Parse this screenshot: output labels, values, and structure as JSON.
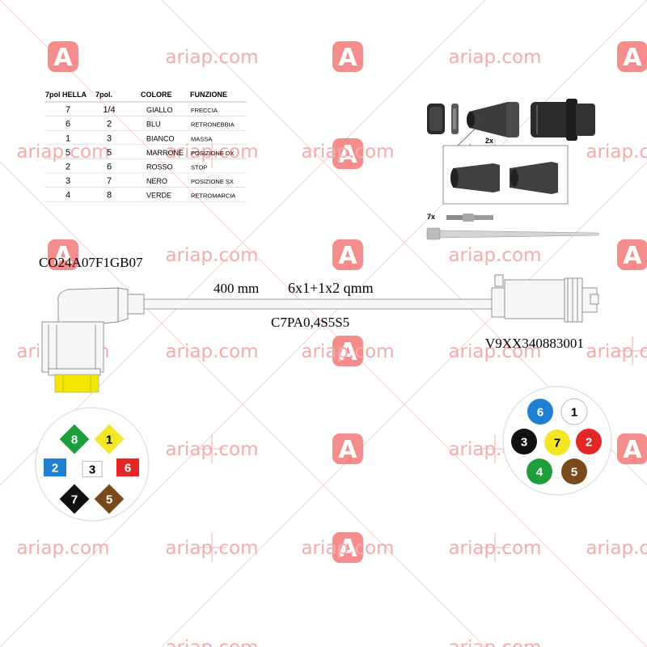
{
  "watermark": {
    "text": "ariap.com",
    "badge": "A"
  },
  "table": {
    "headers": [
      "7pol HELLA",
      "7pol.",
      "COLORE",
      "FUNZIONE"
    ],
    "rows": [
      {
        "hella": "7",
        "pol": "1/4",
        "colore": "GIALLO",
        "funzione": "FRECCIA"
      },
      {
        "hella": "6",
        "pol": "2",
        "colore": "BLU",
        "funzione": "RETRONEBBIA"
      },
      {
        "hella": "1",
        "pol": "3",
        "colore": "BIANCO",
        "funzione": "MASSA"
      },
      {
        "hella": "5",
        "pol": "5",
        "colore": "MARRONE",
        "funzione": "POSIZIONE DX"
      },
      {
        "hella": "2",
        "pol": "6",
        "colore": "ROSSO",
        "funzione": "STOP"
      },
      {
        "hella": "3",
        "pol": "7",
        "colore": "NERO",
        "funzione": "POSIZIONE SX"
      },
      {
        "hella": "4",
        "pol": "8",
        "colore": "VERDE",
        "funzione": "RETROMARCIA"
      }
    ]
  },
  "kit": {
    "grommet_qty": "2x",
    "terminal_qty": "7x"
  },
  "cable": {
    "left_code": "CO24A07F1GB07",
    "length": "400 mm",
    "section": "6x1+1x2 qmm",
    "cable_code": "C7PA0,4S5S5",
    "right_code": "V9XX340883001"
  },
  "left_pinout": [
    {
      "num": "8",
      "color": "#1e9e3a",
      "text": "#ffffff"
    },
    {
      "num": "1",
      "color": "#f4e623",
      "text": "#000000"
    },
    {
      "num": "2",
      "color": "#1f7fd1",
      "text": "#ffffff"
    },
    {
      "num": "3",
      "color": "#ffffff",
      "text": "#000000"
    },
    {
      "num": "6",
      "color": "#e32626",
      "text": "#ffffff"
    },
    {
      "num": "7",
      "color": "#111111",
      "text": "#ffffff"
    },
    {
      "num": "5",
      "color": "#7a4a1c",
      "text": "#ffffff"
    }
  ],
  "right_pinout": [
    {
      "num": "6",
      "color": "#1f7fd1",
      "text": "#ffffff"
    },
    {
      "num": "1",
      "color": "#ffffff",
      "text": "#000000"
    },
    {
      "num": "3",
      "color": "#111111",
      "text": "#ffffff"
    },
    {
      "num": "7",
      "color": "#f4e623",
      "text": "#000000"
    },
    {
      "num": "2",
      "color": "#e32626",
      "text": "#ffffff"
    },
    {
      "num": "4",
      "color": "#1e9e3a",
      "text": "#ffffff"
    },
    {
      "num": "5",
      "color": "#7a4a1c",
      "text": "#ffffff"
    }
  ],
  "colors": {
    "watermark": "#f4a3a3",
    "badge": "#f26b6b",
    "connector_yellow": "#f3e600"
  }
}
